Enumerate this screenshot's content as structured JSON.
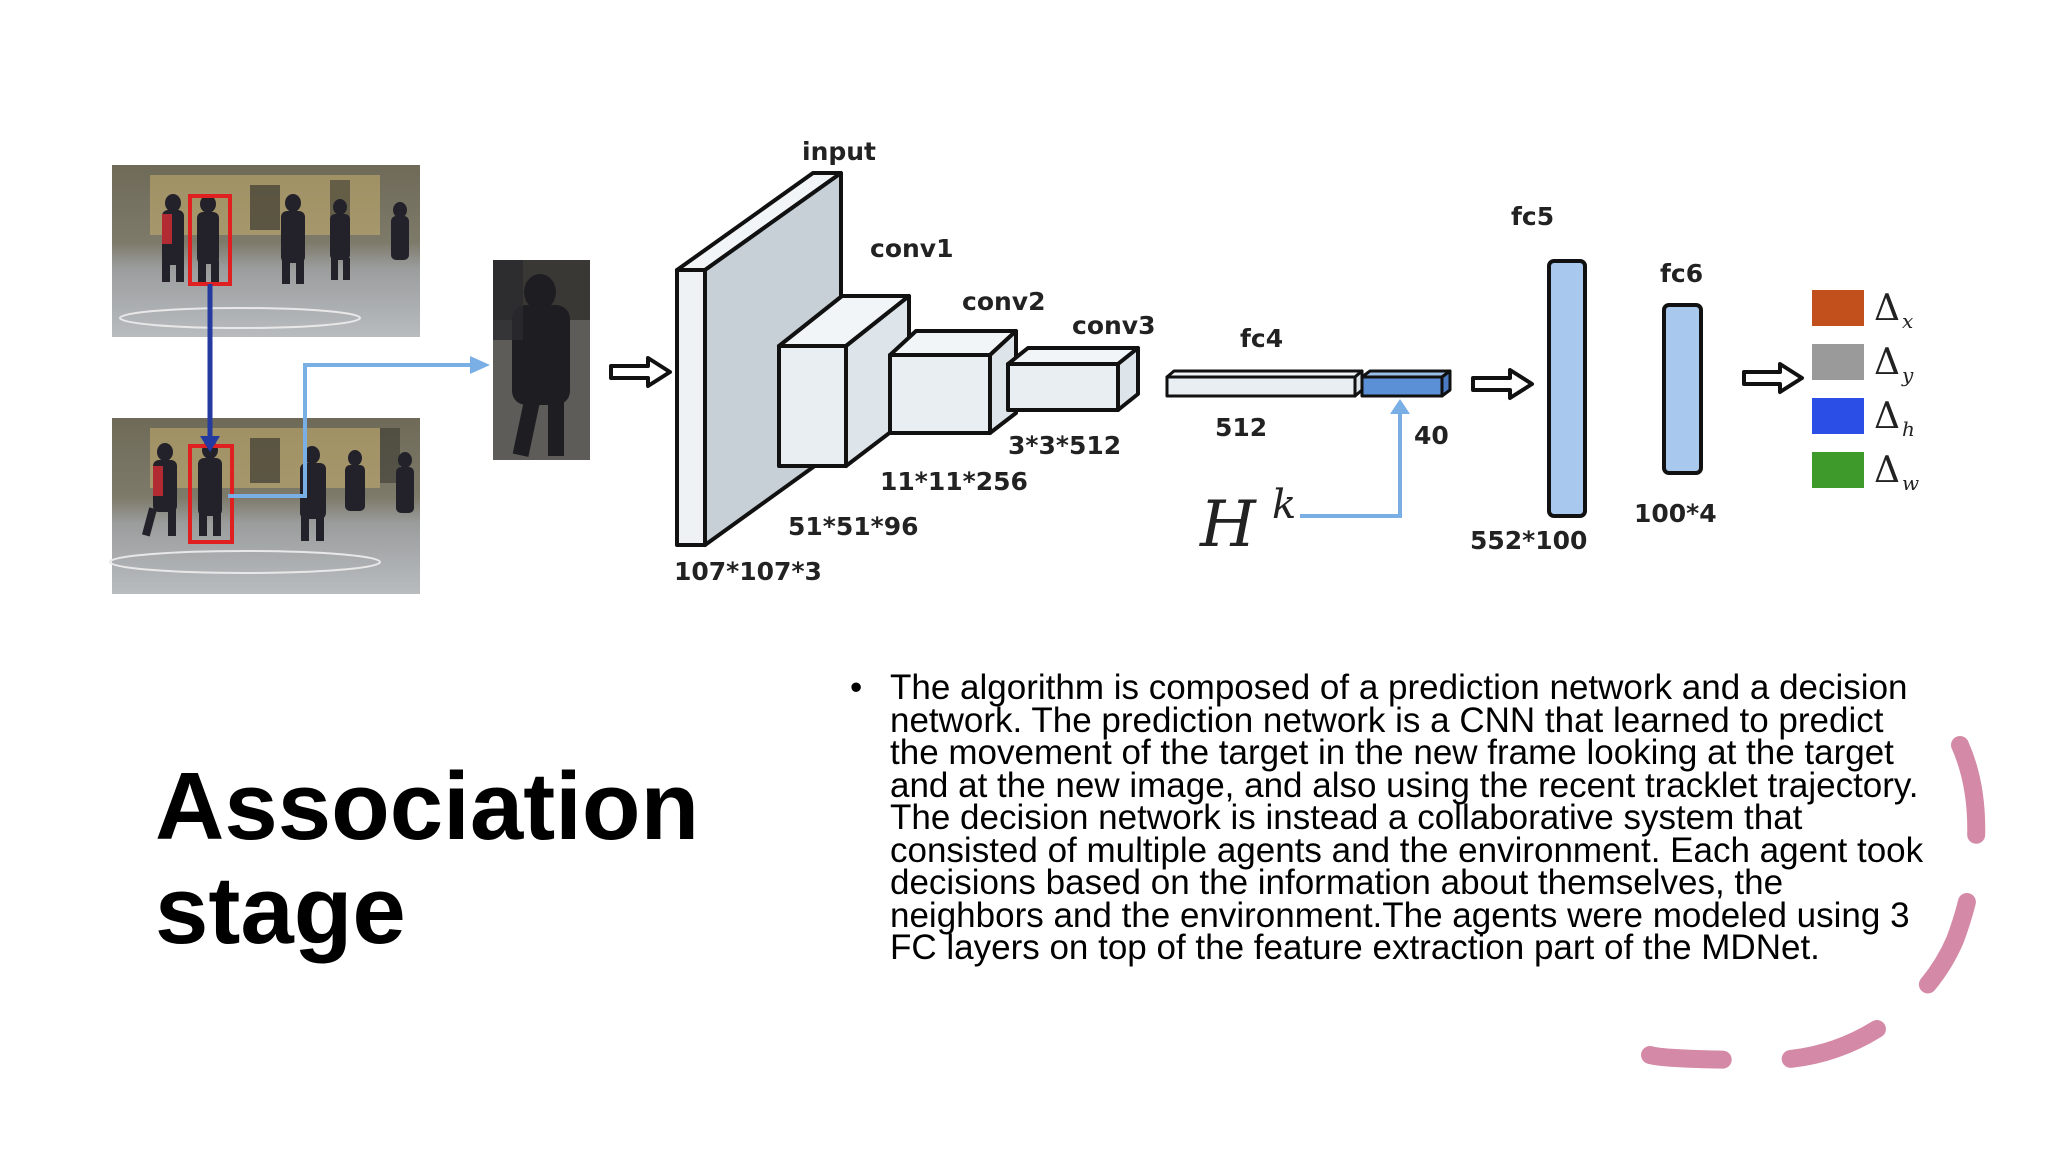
{
  "slide": {
    "title_lines": [
      "Association",
      "stage"
    ],
    "bullet_char": "•",
    "bullets": [
      "The algorithm is composed of a prediction network and a decision network. The prediction network is a CNN that learned to predict the movement of the target in the new frame looking at the target and at the new image, and also using the recent tracklet trajectory. The decision network is instead a collaborative system that consisted of multiple agents and the environment. Each agent took decisions based on the information about themselves, the neighbors and the environment.The agents were modeled using 3 FC layers on top of the feature extraction part of the MDNet."
    ]
  },
  "diagram": {
    "labels": {
      "input": "input",
      "conv1": "conv1",
      "conv2": "conv2",
      "conv3": "conv3",
      "fc4": "fc4",
      "fc5": "fc5",
      "fc6": "fc6"
    },
    "dims": {
      "input": "107*107*3",
      "conv1": "51*51*96",
      "conv2": "11*11*256",
      "conv3": "3*3*512",
      "fc4": "512",
      "concat": "40",
      "fc5": "552*100",
      "fc6": "100*4"
    },
    "history_symbol": "H",
    "history_superscript": "k",
    "outputs": [
      {
        "symbol": "Δ",
        "sub": "x",
        "color": "#c1501c"
      },
      {
        "symbol": "Δ",
        "sub": "y",
        "color": "#9a9a9a"
      },
      {
        "symbol": "Δ",
        "sub": "h",
        "color": "#2a4ee6"
      },
      {
        "symbol": "Δ",
        "sub": "w",
        "color": "#3d9a2b"
      }
    ]
  },
  "colors": {
    "accent_arc": "#d48aa6",
    "box_fill": "#e6edf2",
    "fc_blue": "#a9c8ee",
    "arrow_light_blue": "#7aafe6",
    "arrow_dark_blue": "#243a9e",
    "bbox_red": "#e02020"
  }
}
